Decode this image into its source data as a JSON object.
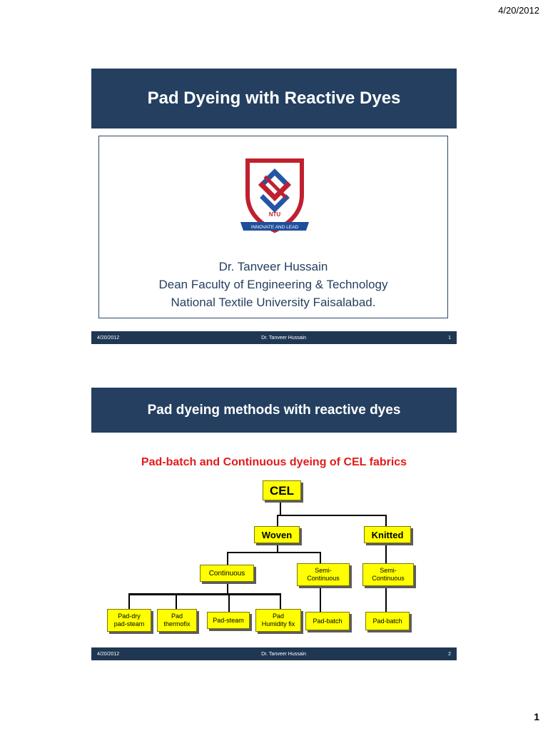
{
  "page": {
    "date": "4/20/2012",
    "number": "1"
  },
  "slide1": {
    "title": "Pad Dyeing with Reactive Dyes",
    "logo": {
      "monogram": "NTU",
      "motto": "INNOVATE AND LEAD",
      "colors": {
        "shield": "#c0202e",
        "knot_blue": "#2456a6",
        "ribbon": "#1f4e9b"
      }
    },
    "author_lines": [
      "Dr. Tanveer Hussain",
      "Dean Faculty of Engineering & Technology",
      "National Textile University Faisalabad."
    ],
    "footer": {
      "date": "4/20/2012",
      "author": "Dr. Tanveer Hussain",
      "number": "1"
    }
  },
  "slide2": {
    "title": "Pad dyeing methods with reactive dyes",
    "diagram": {
      "title": "Pad-batch and Continuous dyeing of CEL fabrics",
      "root": "CEL",
      "level1": [
        "Woven",
        "Knitted"
      ],
      "level2": {
        "continuous": "Continuous",
        "woven_semi": [
          "Semi-",
          "Continuous"
        ],
        "knitted_semi": [
          "Semi-",
          "Continuous"
        ]
      },
      "leaves": {
        "pad_dry": [
          "Pad-dry",
          "pad-steam"
        ],
        "pad_thermofix": [
          "Pad",
          "thermofix"
        ],
        "pad_steam": "Pad-steam",
        "pad_humidity": [
          "Pad",
          "Humidity fix"
        ],
        "pad_batch_woven": "Pad-batch",
        "pad_batch_knitted": "Pad-batch"
      },
      "colors": {
        "node_fill": "#ffff00",
        "title": "#e21b1b"
      }
    },
    "footer": {
      "date": "4/20/2012",
      "author": "Dr. Tanveer Hussain",
      "number": "2"
    }
  }
}
